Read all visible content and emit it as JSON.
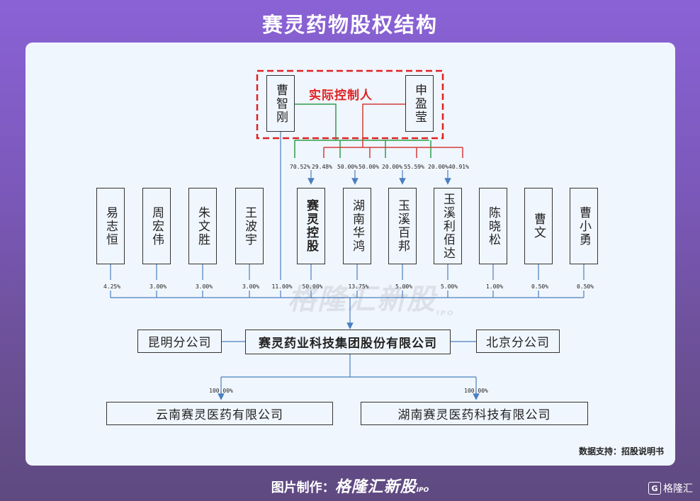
{
  "page": {
    "title": "赛灵药物股权结构"
  },
  "controllers": {
    "label": "实际控制人",
    "left": "曹智刚",
    "right": "申盈莹",
    "colors": {
      "cao": "#2e9e4c",
      "shen": "#d23b3b",
      "dashed": "#e02020"
    }
  },
  "holding_entities": [
    {
      "name": "赛灵控股",
      "cao": "70.52%",
      "shen": "29.48%"
    },
    {
      "name": "湖南华鸿",
      "cao": "50.00%",
      "shen": "50.00%"
    },
    {
      "name": "玉溪百邦",
      "cao": "20.00%",
      "shen": "55.59%"
    },
    {
      "name": "玉溪利佰达",
      "cao": "20.00%",
      "shen": "40.91%"
    }
  ],
  "shareholders": [
    {
      "name": "易志恒",
      "pct": "4.25%"
    },
    {
      "name": "周宏伟",
      "pct": "3.00%"
    },
    {
      "name": "朱文胜",
      "pct": "3.00%"
    },
    {
      "name": "王波宇",
      "pct": "3.00%"
    },
    {
      "name": "曹智刚",
      "pct": "11.00%"
    },
    {
      "name": "赛灵控股",
      "pct": "50.00%"
    },
    {
      "name": "湖南华鸿",
      "pct": "13.75%"
    },
    {
      "name": "玉溪百邦",
      "pct": "5.00%"
    },
    {
      "name": "玉溪利佰达",
      "pct": "5.00%"
    },
    {
      "name": "陈晓松",
      "pct": "1.00%"
    },
    {
      "name": "曹文",
      "pct": "0.50%"
    },
    {
      "name": "曹小勇",
      "pct": "0.50%"
    }
  ],
  "company": {
    "name": "赛灵药业科技集团股份有限公司",
    "branch_left": "昆明分公司",
    "branch_right": "北京分公司"
  },
  "subsidiaries": [
    {
      "name": "云南赛灵医药有限公司",
      "pct": "100.00%"
    },
    {
      "name": "湖南赛灵医药科技有限公司",
      "pct": "100.00%"
    }
  ],
  "source": "数据支持：招股说明书",
  "watermark": {
    "main": "格隆汇新股",
    "sub": "IPO"
  },
  "footer": {
    "prefix": "图片制作：",
    "brand": "格隆汇新股",
    "ipo": "IPO",
    "corner": "格隆汇",
    "corner_icon": "G"
  }
}
